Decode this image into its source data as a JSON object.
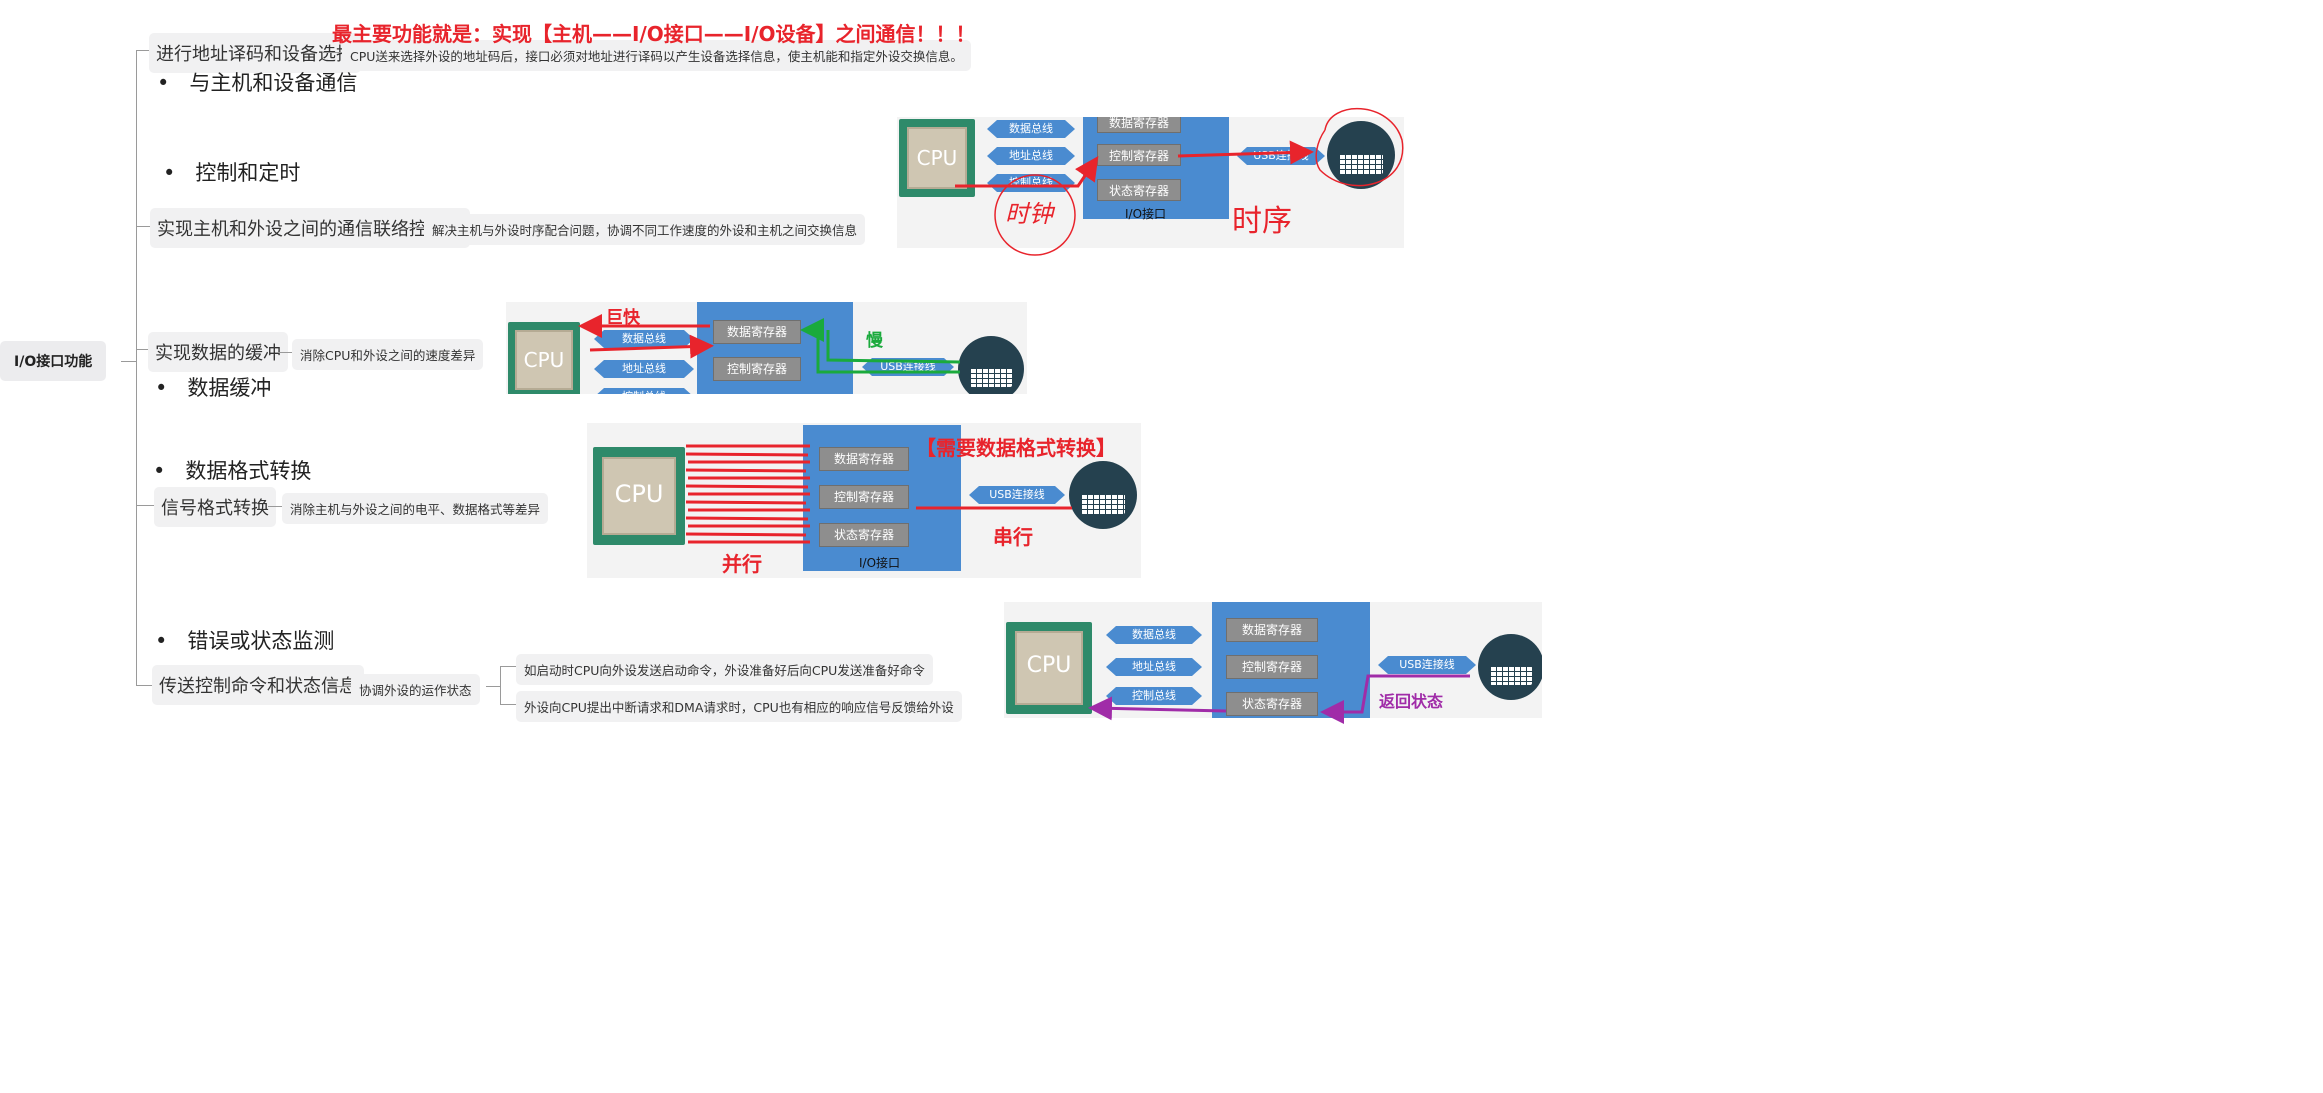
{
  "root": {
    "label": "I/O接口功能"
  },
  "headline": "最主要功能就是：实现【主机——I/O接口——I/O设备】之间通信！！！",
  "branches": [
    {
      "label": "进行地址译码和设备选择",
      "desc": "CPU送来选择外设的地址码后，接口必须对地址进行译码以产生设备选择信息，使主机能和指定外设交换信息。"
    },
    {
      "label": "实现主机和外设之间的通信联络控制。",
      "desc": "解决主机与外设时序配合问题，协调不同工作速度的外设和主机之间交换信息"
    },
    {
      "label": "实现数据的缓冲",
      "desc": "消除CPU和外设之间的速度差异"
    },
    {
      "label": "信号格式转换",
      "desc": "消除主机与外设之间的电平、数据格式等差异"
    },
    {
      "label": "传送控制命令和状态信息",
      "desc": "协调外设的运作状态",
      "sub": [
        "如启动时CPU向外设发送启动命令，外设准备好后向CPU发送准备好命令",
        "外设向CPU提出中断请求和DMA请求时，CPU也有相应的响应信号反馈给外设"
      ]
    }
  ],
  "bullets": [
    "与主机和设备通信",
    "控制和定时",
    "数据缓冲",
    "数据格式转换",
    "错误或状态监测"
  ],
  "diagram": {
    "cpu": "CPU",
    "io_label": "I/O接口",
    "registers": [
      "数据寄存器",
      "控制寄存器",
      "状态寄存器"
    ],
    "buses": [
      "数据总线",
      "地址总线",
      "控制总线"
    ],
    "usb": "USB连接线"
  },
  "annotations": {
    "clock": "时钟",
    "timing": "时序",
    "very_fast": "巨快",
    "slow": "慢",
    "need_convert": "【需要数据格式转换】",
    "parallel": "并行",
    "serial": "串行",
    "return_status": "返回状态"
  },
  "colors": {
    "red": "#e8242c",
    "green": "#1aaa3c",
    "purple": "#a02ca8",
    "blue": "#4a8bd0",
    "node_bg": "#f1f1f2"
  }
}
